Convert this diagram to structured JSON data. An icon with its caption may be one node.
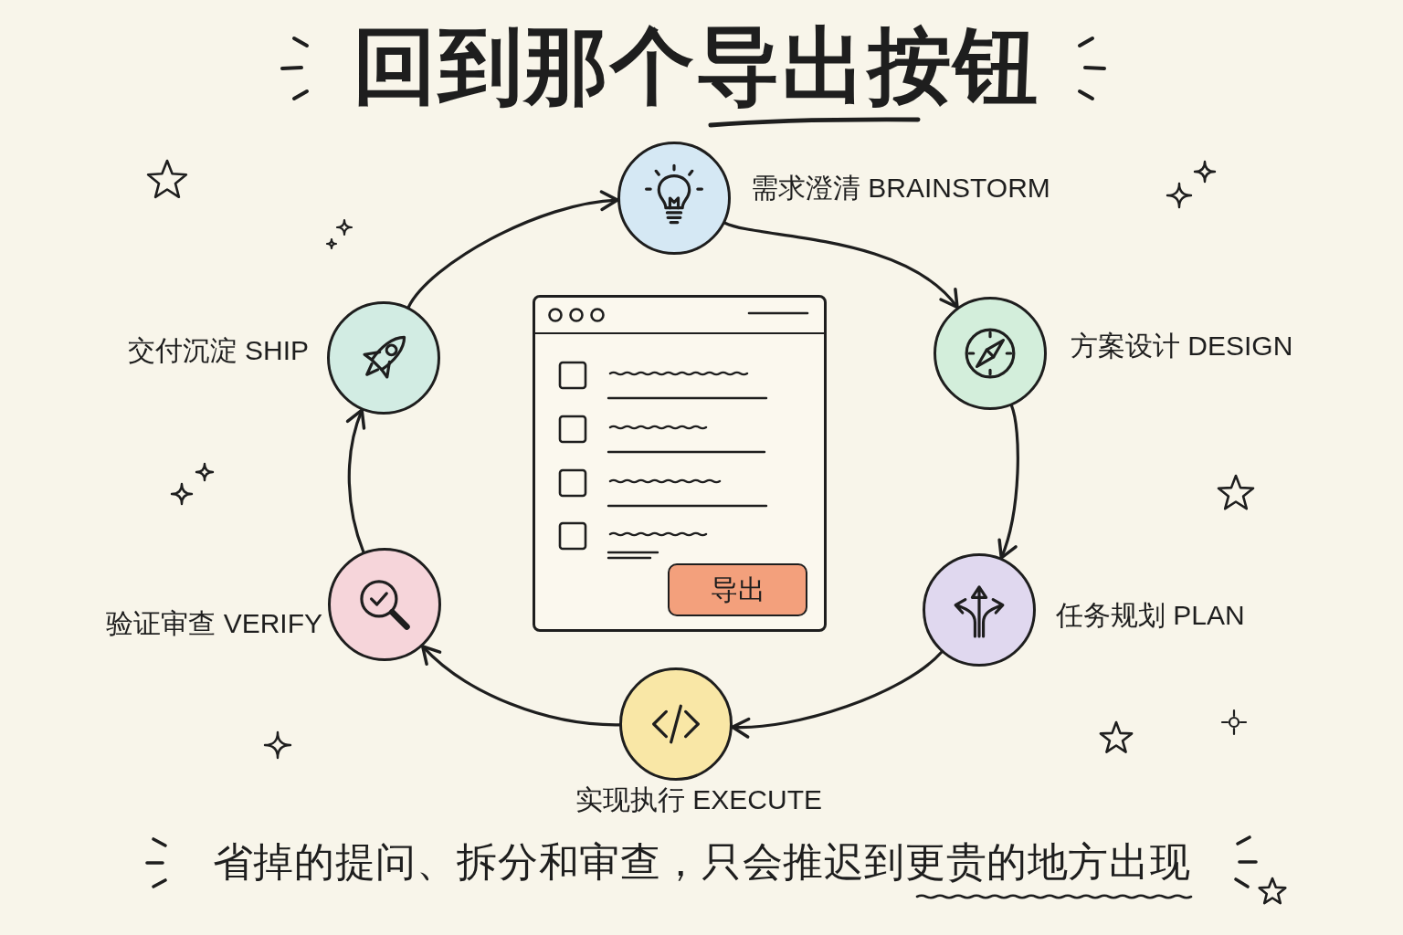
{
  "diagram": {
    "title": "回到那个导出按钮",
    "caption": "省掉的提问、拆分和审查，只会推迟到更贵的地方出现",
    "nodes": [
      {
        "text": [
          "需求澄清 BRAINSTORM"
        ]
      },
      {
        "text": [
          "方案设计 DESIGN"
        ]
      },
      {
        "text": [
          "任务规划 PLAN"
        ]
      },
      {
        "text": [
          "实现执行 EXECUTE"
        ]
      },
      {
        "text": [
          "验证审查 VERIFY"
        ]
      },
      {
        "text": [
          "交付沉淀 SHIP"
        ]
      },
      {
        "text": [],
        "shape": "box"
      },
      {
        "text": [
          "导出"
        ],
        "in": 6
      }
    ],
    "edges": [
      {
        "from": 0,
        "to": 1,
        "arrow": "to"
      },
      {
        "from": 1,
        "to": 2,
        "arrow": "to"
      },
      {
        "from": 2,
        "to": 3,
        "arrow": "to"
      },
      {
        "from": 3,
        "to": 4,
        "arrow": "to"
      },
      {
        "from": 4,
        "to": 5,
        "arrow": "to"
      },
      {
        "from": 5,
        "to": 0,
        "arrow": "to"
      }
    ]
  }
}
